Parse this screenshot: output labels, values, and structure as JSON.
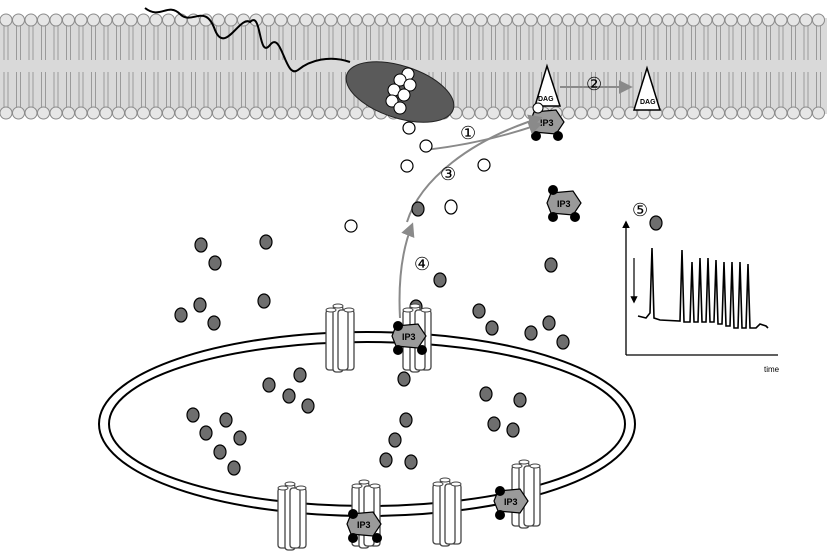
{
  "labels": {
    "dag": "DAG",
    "ip3": "IP3",
    "time_axis": "time"
  },
  "steps": [
    "①",
    "②",
    "③",
    "④",
    "⑤"
  ],
  "colors": {
    "membrane_band": "#d9d9d9",
    "lipid_head": "#e6e6e6",
    "lipid_stroke": "#8a8a8a",
    "receptor": "#5a5a5a",
    "dark_particle": "#6e6e6e",
    "ip3_shape": "#9a9a9a",
    "arrow": "#9a9a9a",
    "trace": "#000000"
  },
  "icons": {
    "receptor": "gpcr-receptor-icon",
    "channel": "ip3-receptor-channel-icon",
    "ip3": "ip3-molecule-icon",
    "dag": "dag-triangle-icon"
  }
}
